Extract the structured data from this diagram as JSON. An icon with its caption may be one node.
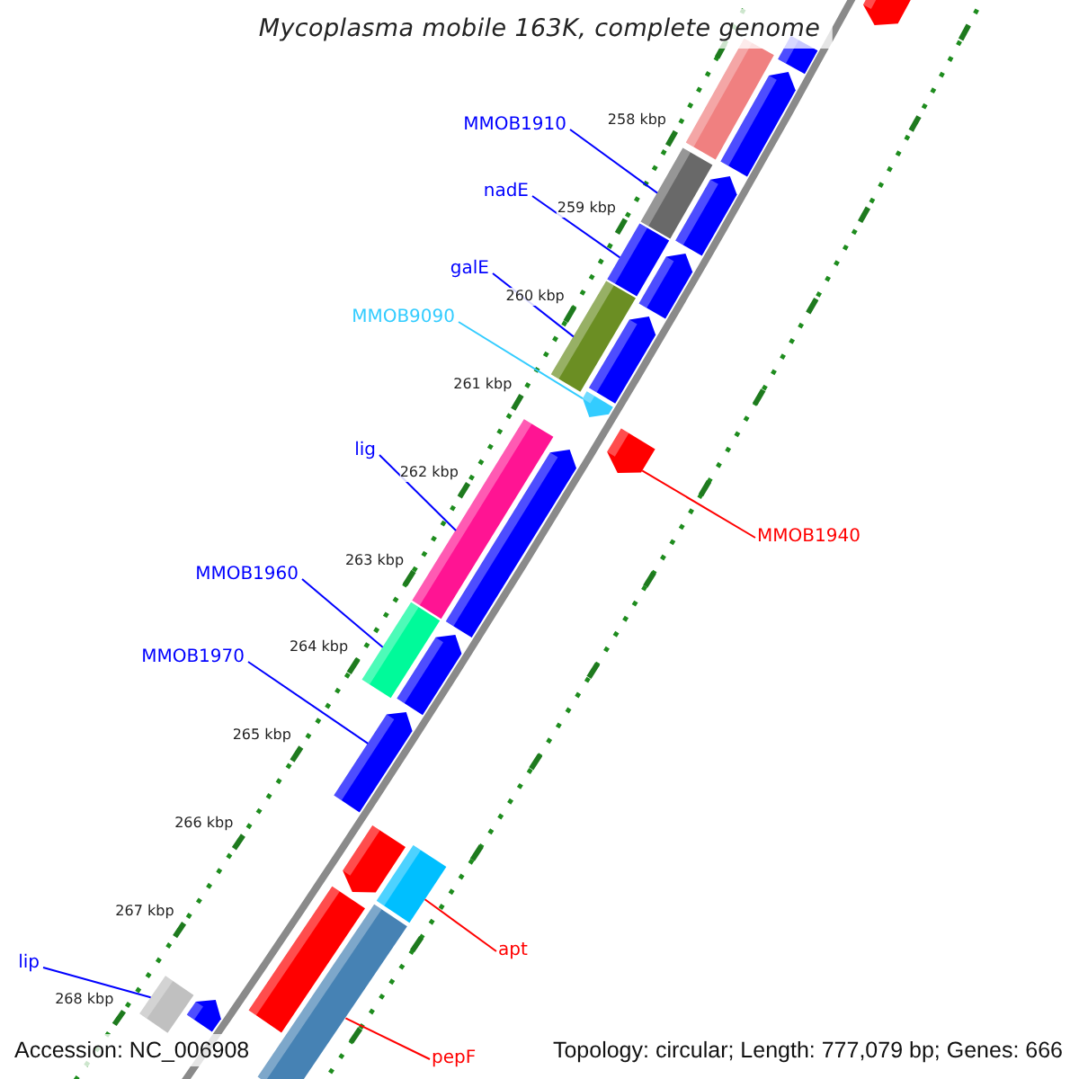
{
  "diagram": {
    "title": "Mycoplasma mobile 163K, complete genome",
    "nodes": [
      {
        "text": [
          "MMOB1910"
        ]
      },
      {
        "text": [
          "nadE"
        ]
      },
      {
        "text": [
          "galE"
        ]
      },
      {
        "text": [
          "MMOB9090"
        ]
      },
      {
        "text": [
          "lig"
        ]
      },
      {
        "text": [
          "MMOB1940"
        ]
      },
      {
        "text": [
          "MMOB1960"
        ]
      },
      {
        "text": [
          "MMOB1970"
        ]
      },
      {
        "text": [
          "apt"
        ]
      },
      {
        "text": [
          "lip"
        ]
      },
      {
        "text": [
          "pepF"
        ]
      },
      {
        "text": [],
        "shape": "bar"
      },
      {
        "text": [],
        "shape": "bar"
      },
      {
        "text": [],
        "shape": "bar"
      },
      {
        "text": [],
        "shape": "bar"
      },
      {
        "text": [],
        "shape": "bar"
      },
      {
        "text": [],
        "shape": "bar"
      },
      {
        "text": [],
        "shape": "bar"
      },
      {
        "text": [],
        "shape": "bar"
      },
      {
        "text": [],
        "shape": "bar"
      },
      {
        "text": [],
        "shape": "bar"
      },
      {
        "text": [],
        "shape": "bar"
      },
      {
        "text": [],
        "shape": "bar"
      },
      {
        "text": [],
        "shape": "bar"
      },
      {
        "text": [],
        "shape": "bar"
      },
      {
        "text": [],
        "shape": "bar"
      },
      {
        "text": [],
        "shape": "bar"
      },
      {
        "text": [],
        "shape": "bar"
      },
      {
        "text": [],
        "shape": "bar"
      },
      {
        "text": [],
        "shape": "bar"
      },
      {
        "text": [],
        "shape": "bar"
      },
      {
        "text": [],
        "shape": "bar"
      },
      {
        "text": [],
        "shape": "bar"
      },
      {
        "text": [],
        "shape": "bar"
      }
    ],
    "edges": [
      {
        "from": 0,
        "to": 15,
        "arrow": "none"
      },
      {
        "from": 1,
        "to": 17,
        "arrow": "none"
      },
      {
        "from": 2,
        "to": 19,
        "arrow": "none"
      },
      {
        "from": 3,
        "to": 21,
        "arrow": "none",
        "color": "#33ccff"
      },
      {
        "from": 4,
        "to": 22,
        "arrow": "none"
      },
      {
        "from": 5,
        "to": 23,
        "arrow": "none",
        "color": "#ff0000"
      },
      {
        "from": 6,
        "to": 25,
        "arrow": "none"
      },
      {
        "from": 7,
        "to": 27,
        "arrow": "none"
      },
      {
        "from": 8,
        "to": 29,
        "arrow": "none",
        "color": "#ff0000"
      },
      {
        "from": 9,
        "to": 32,
        "arrow": "none"
      },
      {
        "from": 10,
        "to": 31,
        "arrow": "none",
        "color": "#ff0000"
      }
    ],
    "labels": [
      "258 kbp",
      "259 kbp",
      "260 kbp",
      "261 kbp",
      "262 kbp",
      "263 kbp",
      "264 kbp",
      "265 kbp",
      "266 kbp",
      "267 kbp",
      "268 kbp",
      "Accession: NC_006908",
      "Topology: circular; Length: 777,079 bp; Genes: 666"
    ]
  }
}
